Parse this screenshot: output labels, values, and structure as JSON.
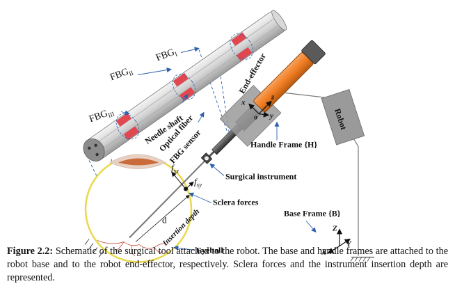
{
  "labels": {
    "fbg_1": "FBG",
    "fbg_1_sub": "I",
    "fbg_2": "FBG",
    "fbg_2_sub": "II",
    "fbg_3": "FBG",
    "fbg_3_sub": "III",
    "needle_shaft": "Needle shaft",
    "optical_fiber": "Optical fiber",
    "fbg_sensor": "FBG sensor",
    "end_effector": "End-effector",
    "robot": "Robot",
    "handle_frame": "Handle Frame {H}",
    "surgical_instrument": "Surgical instrument",
    "sclera_forces": "Sclera forces",
    "base_frame": "Base Frame {B}",
    "eyeball": "Eyeball",
    "insertion_depth": "Insertion depth",
    "d": "d",
    "fsx": "f",
    "fsx_sub": "sx",
    "fsy": "f",
    "fsy_sub": "sy",
    "axis_x_h": "x",
    "axis_y_h": "y",
    "axis_z_h": "z",
    "axis_o_h": "o",
    "axis_x_b": "X",
    "axis_y_b": "Y",
    "axis_z_b": "Z"
  },
  "caption": {
    "figure_label": "Figure 2.2:",
    "text": " Schematic of the surgical tool attached to the robot. The base and handle frames are attached to the robot base and to the robot end-effector, respectively. Sclera forces and the instrument insertion depth are represented."
  },
  "colors": {
    "eyeball_outline": "#e9d84a",
    "instrument_orange": "#f07d22",
    "fbg_red": "#e0474f",
    "frame_arrow_blue": "#2e5fb0",
    "robot_gray": "#9a9a9a",
    "lens_brown": "#c96c3a"
  }
}
